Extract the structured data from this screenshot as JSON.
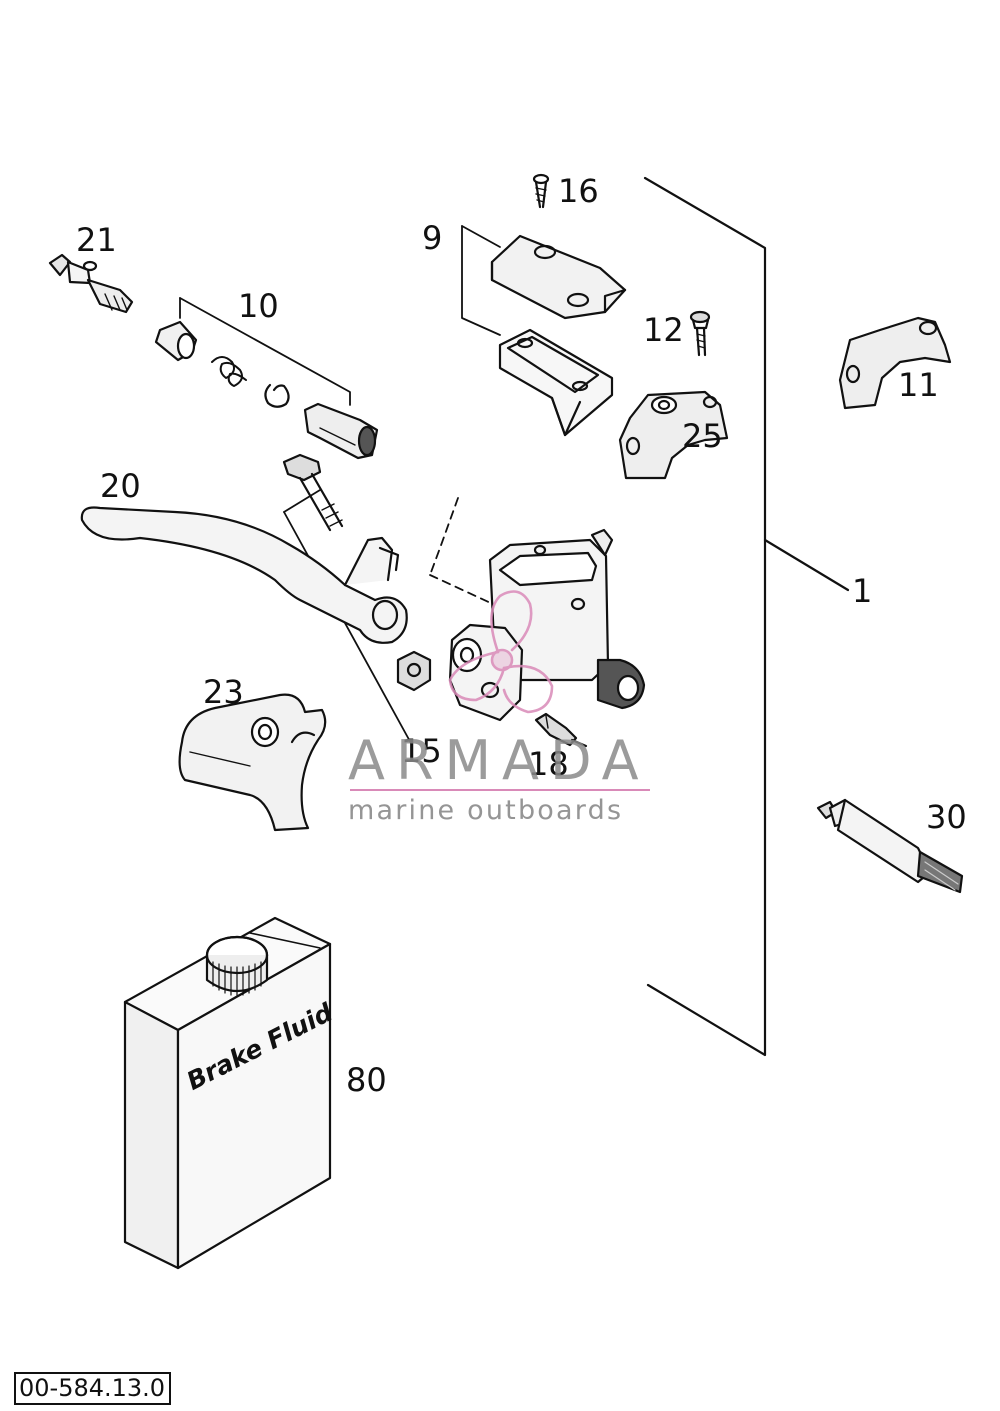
{
  "callouts": {
    "c16": "16",
    "c21": "21",
    "c9": "9",
    "c10": "10",
    "c12": "12",
    "c11": "11",
    "c25": "25",
    "c20": "20",
    "c1": "1",
    "c23": "23",
    "c15": "15",
    "c18": "18",
    "c30": "30",
    "c80": "80"
  },
  "fluid_label": "Brake Fluid",
  "watermark": {
    "title": "ARMADA",
    "subtitle": "marine outboards",
    "accent_color": "#d98ab8"
  },
  "drawing_id": "00-584.13.0"
}
